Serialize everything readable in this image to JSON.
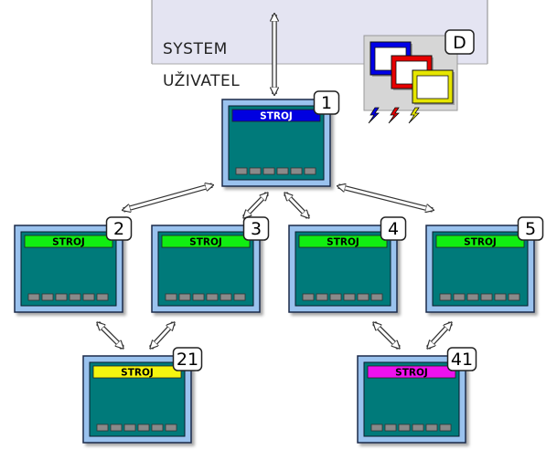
{
  "system_label": "SYSTEM",
  "user_label": "UŽIVATEL",
  "display_label": "D",
  "display_window_colors": [
    "#0000e6",
    "#e60000",
    "#e6e600"
  ],
  "machines": [
    {
      "number": "1",
      "label": "STROJ",
      "header_color": "#0000e0",
      "label_color": "#ffffff"
    },
    {
      "number": "2",
      "label": "STROJ",
      "header_color": "#11ee11",
      "label_color": "#000000"
    },
    {
      "number": "3",
      "label": "STROJ",
      "header_color": "#11ee11",
      "label_color": "#000000"
    },
    {
      "number": "4",
      "label": "STROJ",
      "header_color": "#11ee11",
      "label_color": "#000000"
    },
    {
      "number": "5",
      "label": "STROJ",
      "header_color": "#11ee11",
      "label_color": "#000000"
    },
    {
      "number": "21",
      "label": "STROJ",
      "header_color": "#f5f50f",
      "label_color": "#000000"
    },
    {
      "number": "41",
      "label": "STROJ",
      "header_color": "#ee11ee",
      "label_color": "#000000"
    }
  ],
  "colors": {
    "frame": "#9ac2ee",
    "screen": "#007a7a",
    "system_band": "#e4e4f2"
  }
}
